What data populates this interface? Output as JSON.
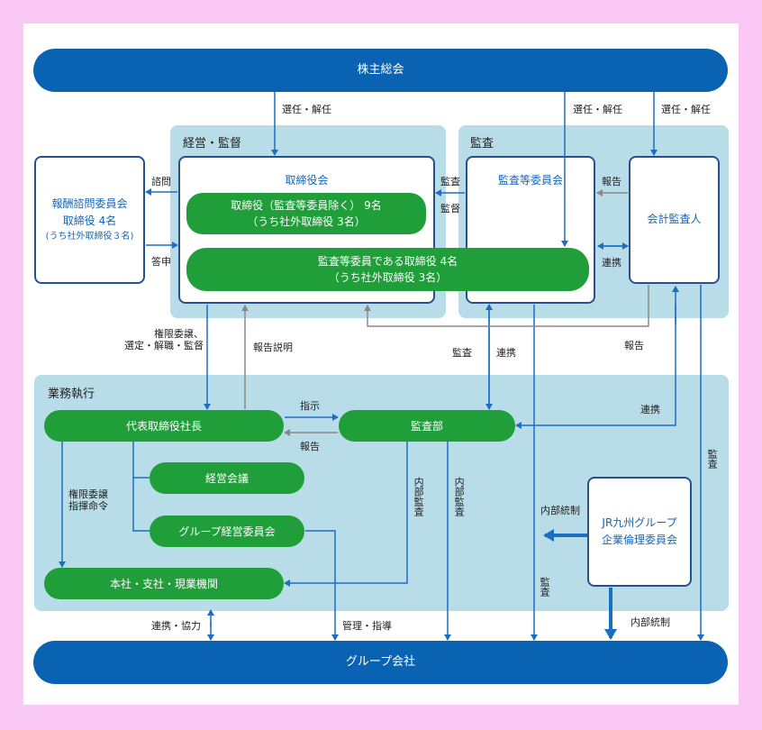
{
  "top_bar": "株主総会",
  "bottom_bar": "グループ会社",
  "sections": {
    "management": "経営・監督",
    "audit": "監査",
    "execution": "業務執行"
  },
  "board": {
    "title": "取締役会",
    "directors_line1": "取締役（監査等委員除く） 9名",
    "directors_line2": "（うち社外取締役 3名）",
    "audit_directors_line1": "監査等委員である取締役 4名",
    "audit_directors_line2": "（うち社外取締役 3名）"
  },
  "remuneration": {
    "line1": "報酬諮問委員会",
    "line2": "取締役 4名",
    "line3": "(うち社外取締役３名)"
  },
  "audit_committee": "監査等委員会",
  "accounting_auditor": "会計監査人",
  "president": "代表取締役社長",
  "audit_dept": "監査部",
  "management_meeting": "経営会議",
  "group_management_committee": "グループ経営委員会",
  "head_office": "本社・支社・現業機関",
  "ethics_committee": {
    "line1": "JR九州グループ",
    "line2": "企業倫理委員会"
  },
  "labels": {
    "elect1": "選任・解任",
    "elect2": "選任・解任",
    "elect3": "選任・解任",
    "consult": "諮問",
    "answer": "答申",
    "audit_a": "監査",
    "audit_b": "監督",
    "report_ac": "報告",
    "coop_ac": "連携",
    "report_ac2": "報告",
    "delegation": "権限委譲、\n選定・解職・監督",
    "report_explain": "報告説明",
    "audit_c": "監査",
    "coop_c": "連携",
    "coop_d": "連携",
    "instruction": "指示",
    "report_p": "報告",
    "delegation2": "権限委譲\n指揮命令",
    "internal_audit1": "内部監査",
    "internal_audit2": "内部監査",
    "internal_control1": "内部統制",
    "internal_control2": "内部統制",
    "audit_g": "監査",
    "audit_h": "監査",
    "coop_support": "連携・協力",
    "manage_guide": "管理・指導"
  }
}
